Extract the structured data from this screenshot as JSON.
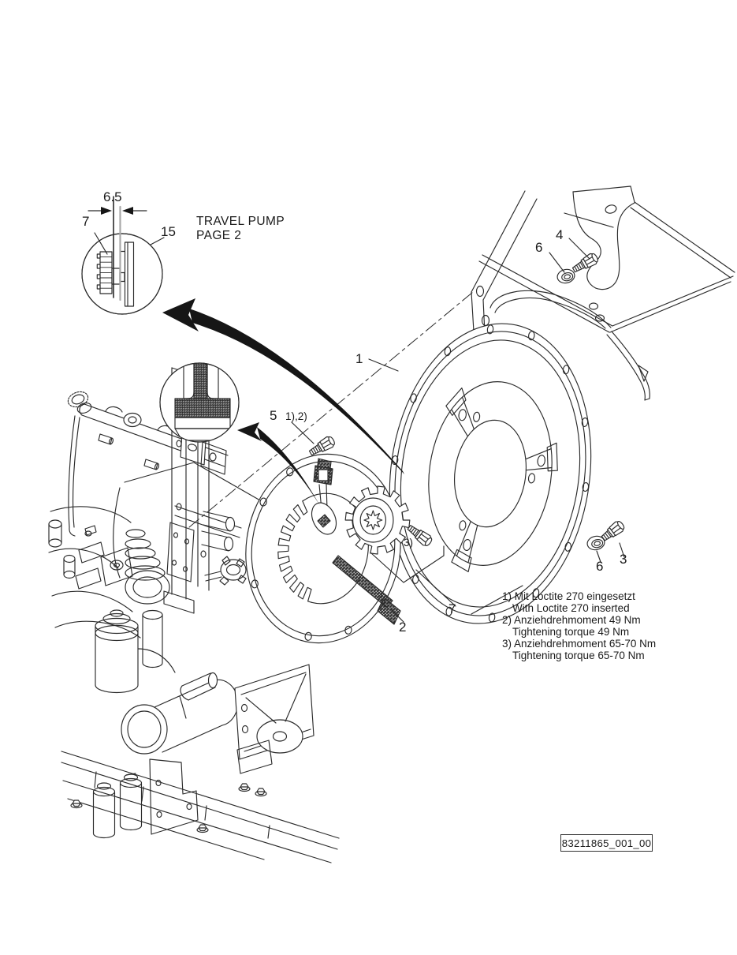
{
  "drawing": {
    "ref_number": "83211865_001_00",
    "callout": {
      "dimension": "6.5",
      "gear_label": "7",
      "plate_label": "15",
      "title_line1": "TRAVEL PUMP",
      "title_line2": "PAGE 2"
    },
    "labels": {
      "part1": "1",
      "part2": "2",
      "part3": "3",
      "part4": "4",
      "part5": "5",
      "part5_notes": "1),2)",
      "part6_top": "6",
      "part6_bottom": "6",
      "part7": "7",
      "bolt_note3": "3)"
    },
    "notes": [
      {
        "de": "1) Mit Loctite 270 eingesetzt",
        "en": "With Loctite 270 inserted"
      },
      {
        "de": "2) Anziehdrehmoment 49 Nm",
        "en": "Tightening torque 49 Nm"
      },
      {
        "de": "3) Anziehdrehmoment 65-70 Nm",
        "en": "Tightening torque 65-70 Nm"
      }
    ],
    "colors": {
      "line": "#2b2b2b",
      "background": "#ffffff"
    }
  }
}
